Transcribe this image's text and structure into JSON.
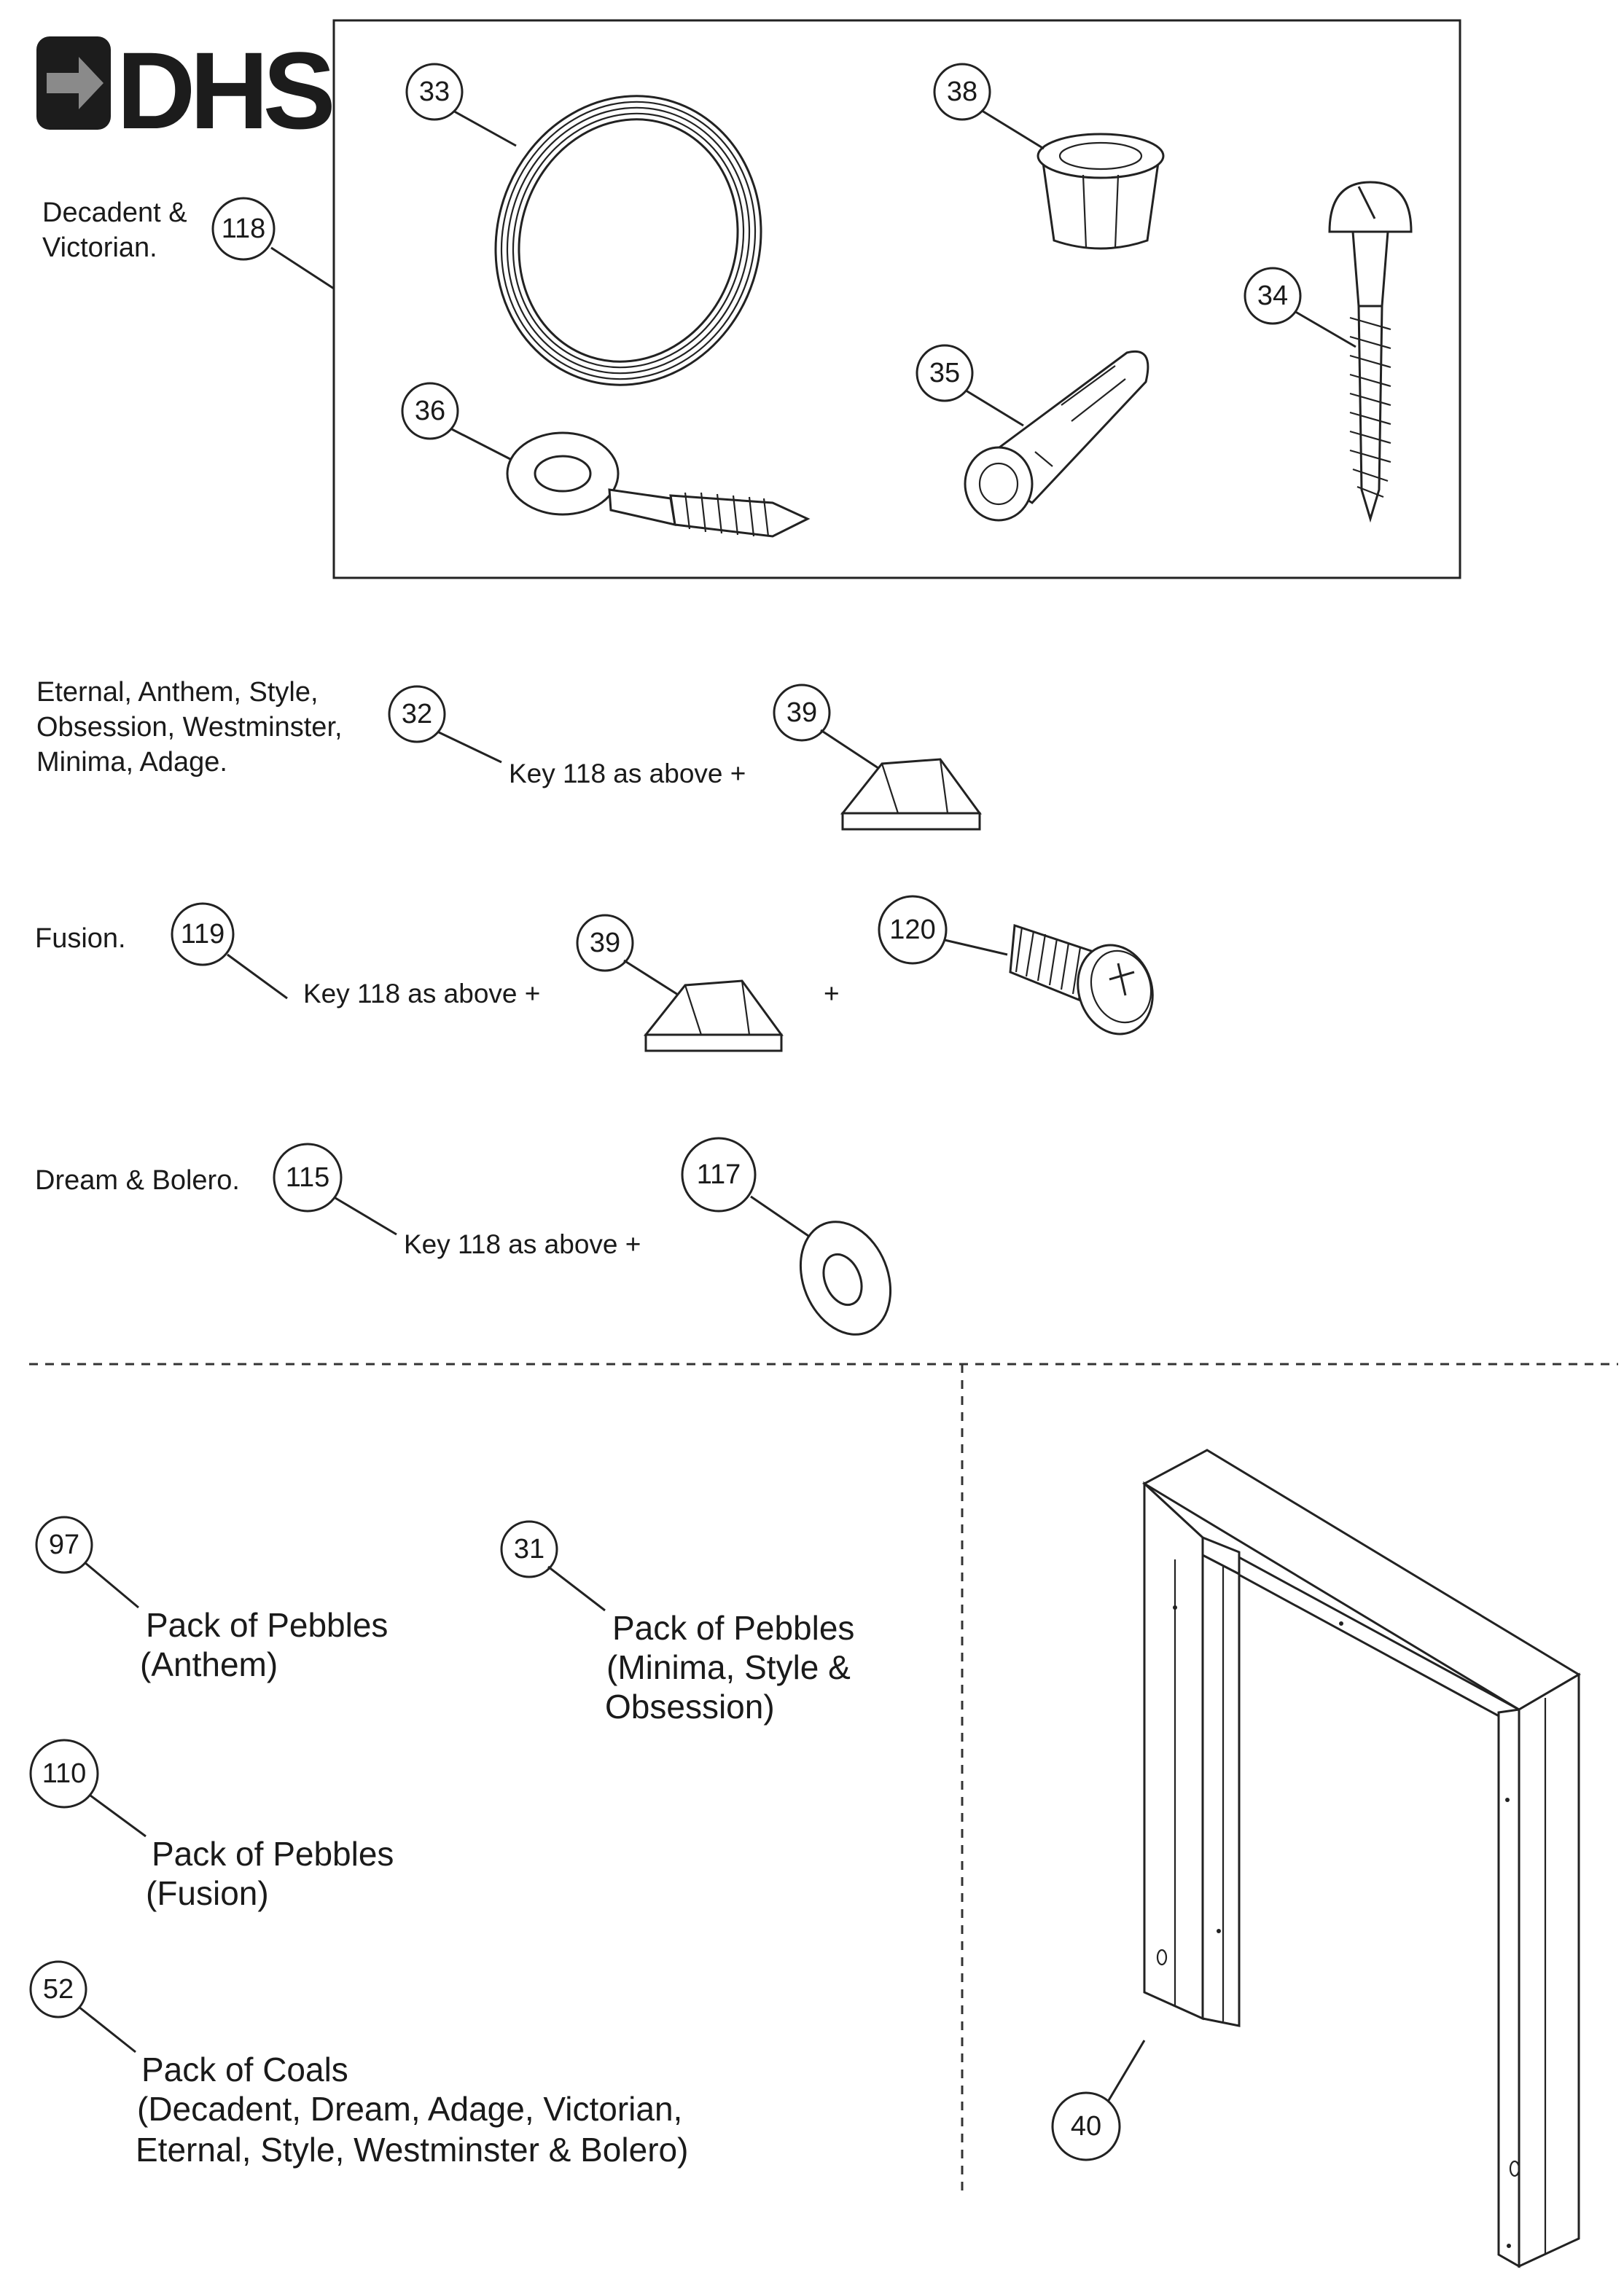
{
  "logo": {
    "text": "DHS"
  },
  "callouts": {
    "c33": "33",
    "c38": "38",
    "c118": "118",
    "c34": "34",
    "c35": "35",
    "c36": "36",
    "c32": "32",
    "c39a": "39",
    "c119": "119",
    "c39b": "39",
    "c120": "120",
    "c115": "115",
    "c117": "117",
    "c97": "97",
    "c31": "31",
    "c110": "110",
    "c52": "52",
    "c40": "40"
  },
  "labels": {
    "decadent_line1": "Decadent &",
    "decadent_line2": "Victorian.",
    "eternal_line1": "Eternal, Anthem, Style,",
    "eternal_line2": "Obsession, Westminster,",
    "eternal_line3": "Minima, Adage.",
    "key_a": "Key 118 as above +",
    "fusion": "Fusion.",
    "key_b": "Key 118 as above +",
    "plus": "+",
    "dream": "Dream & Bolero.",
    "key_c": "Key 118 as above +"
  },
  "packs": {
    "p97_line1": "Pack of Pebbles",
    "p97_line2": "(Anthem)",
    "p31_line1": "Pack of Pebbles",
    "p31_line2": "(Minima, Style &",
    "p31_line3": "Obsession)",
    "p110_line1": "Pack of Pebbles",
    "p110_line2": "(Fusion)",
    "p52_line1": "Pack of Coals",
    "p52_line2": "(Decadent, Dream, Adage, Victorian,",
    "p52_line3": "Eternal, Style, Westminster & Bolero)"
  }
}
